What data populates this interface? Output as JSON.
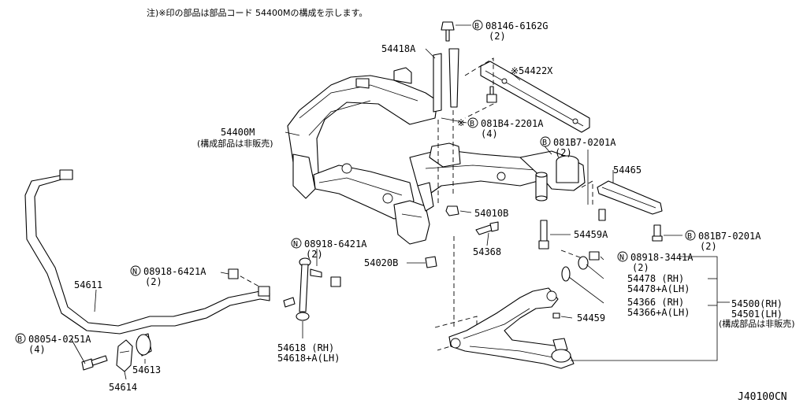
{
  "note": "注)※印の部品は部品コード 54400Mの構成を示します。",
  "diagram_ref": "J40100CN",
  "labels": {
    "bolt_top_code": "08146-6162G",
    "bolt_top_qty": "(2)",
    "bracket_54418a": "54418A",
    "cross_member_54422x": "※54422X",
    "bolt_081b4_code": "081B4-2201A",
    "bolt_081b4_qty": "(4)",
    "bolt_081b7_upper_code": "081B7-0201A",
    "bolt_081b7_upper_qty": "(2)",
    "member_54400m": "54400M",
    "member_54400m_note": "(構成部品は非販売)",
    "stay_54465": "54465",
    "nut_54010b": "54010B",
    "bolt_54459a": "54459A",
    "bolt_081b7_lower_code": "081B7-0201A",
    "bolt_081b7_lower_qty": "(2)",
    "bolt_54368": "54368",
    "nut_54020b": "54020B",
    "nut_08918_6421a_right_code": "08918-6421A",
    "nut_08918_6421a_right_qty": "(2)",
    "nut_08918_3441a_code": "08918-3441A",
    "nut_08918_3441a_qty": "(2)",
    "nut_08918_6421a_left_code": "08918-6421A",
    "nut_08918_6421a_left_qty": "(2)",
    "stabilizer_54611": "54611",
    "washer_54478_rh": "54478   (RH)",
    "washer_54478_lh": "54478+A(LH)",
    "bushing_54366_rh": "54366   (RH)",
    "bushing_54366_lh": "54366+A(LH)",
    "arm_54500_rh": "54500(RH)",
    "arm_54501_lh": "54501(LH)",
    "arm_note": "(構成部品は非販売)",
    "bolt_54459": "54459",
    "rod_54618_rh": "54618   (RH)",
    "rod_54618_lh": "54618+A(LH)",
    "bolt_08054_code": "08054-0251A",
    "bolt_08054_qty": "(4)",
    "bushing_54613": "54613",
    "clamp_54614": "54614"
  },
  "prefix_symbols": {
    "bolt": "B",
    "nut": "N"
  }
}
